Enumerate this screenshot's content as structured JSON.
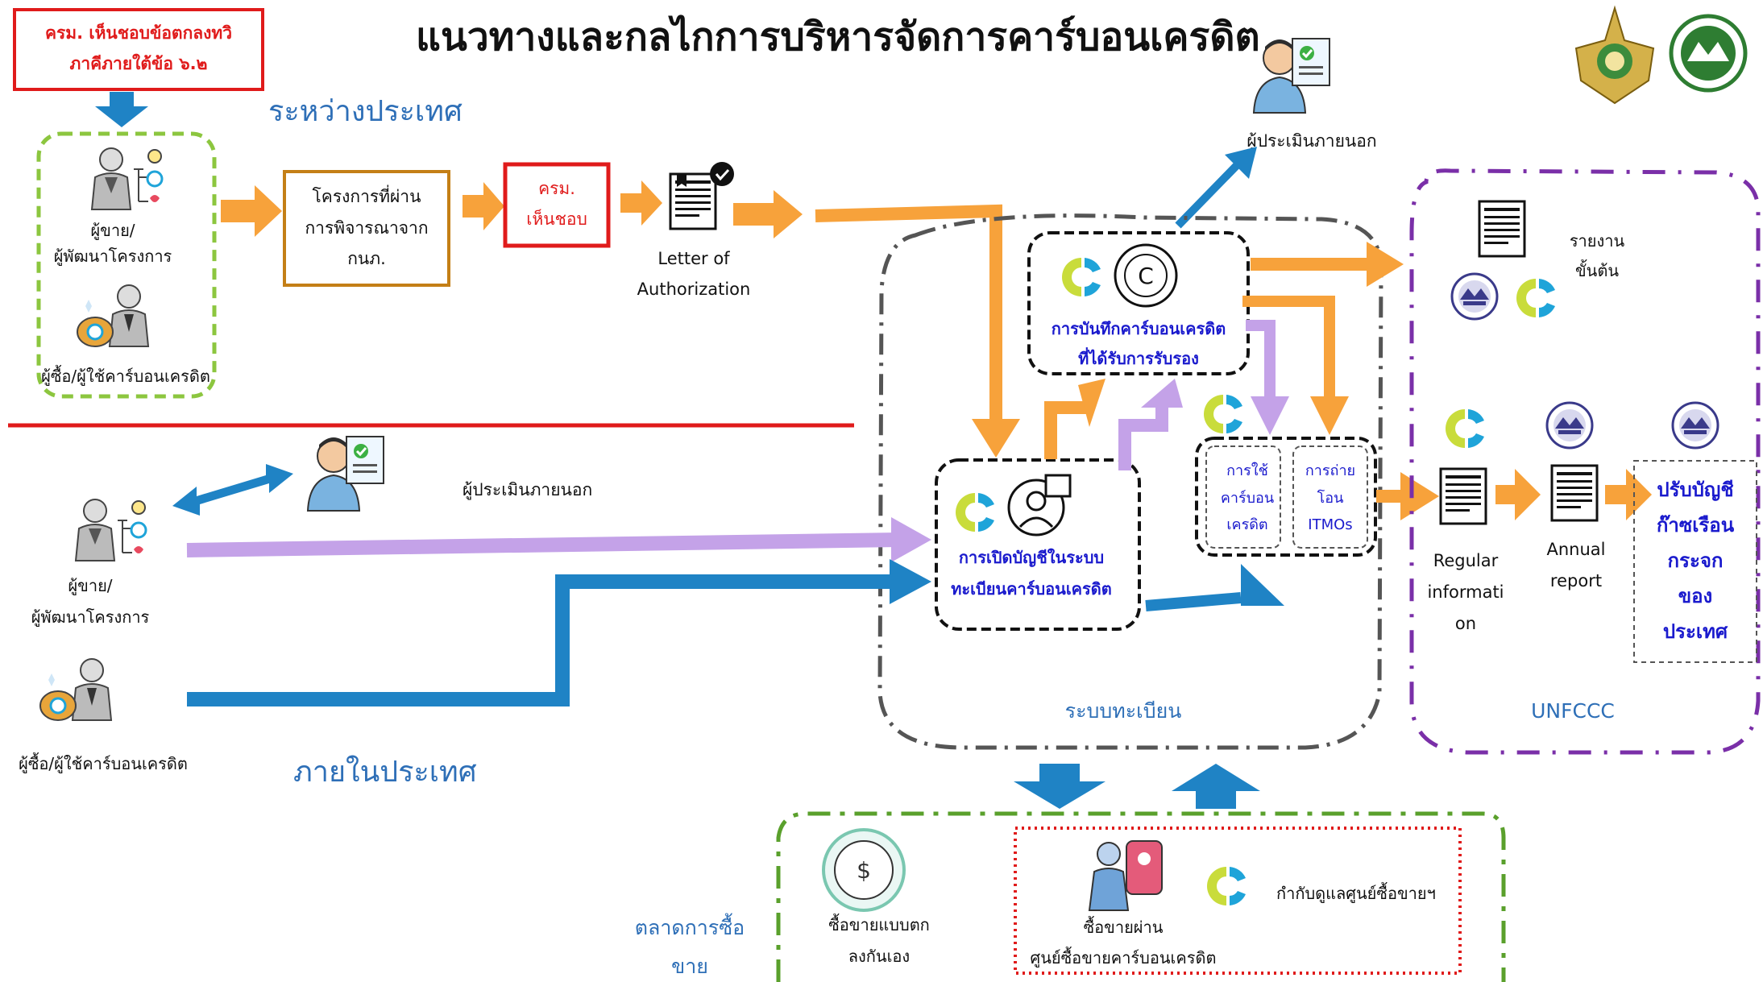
{
  "title": "แนวทางและกลไกการบริหารจัดการคาร์บอนเครดิต",
  "cabinet_note": [
    "ครม. เห็นชอบข้อตกลงทวิ",
    "ภาคีภายใต้ข้อ ๖.๒"
  ],
  "international": {
    "heading": "ระหว่างประเทศ",
    "seller": [
      "ผู้ขาย/",
      "ผู้พัฒนาโครงการ"
    ],
    "buyer": "ผู้ซื้อ/ผู้ใช้คาร์บอนเครดิต",
    "project_box": [
      "โครงการที่ผ่าน",
      "การพิจารณาจาก",
      "กนภ."
    ],
    "cabinet_box": [
      "ครม.",
      "เห็นชอบ"
    ],
    "loa": [
      "Letter of",
      "Authorization"
    ],
    "external_assessor": "ผู้ประเมินภายนอก"
  },
  "domestic": {
    "heading": "ภายในประเทศ",
    "seller": [
      "ผู้ขาย/",
      "ผู้พัฒนาโครงการ"
    ],
    "buyer": "ผู้ซื้อ/ผู้ใช้คาร์บอนเครดิต",
    "external_assessor": "ผู้ประเมินภายนอก"
  },
  "registry": {
    "label": "ระบบทะเบียน",
    "record_box": [
      "การบันทึกคาร์บอนเครดิต",
      "ที่ได้รับการรับรอง"
    ],
    "account_box": [
      "การเปิดบัญชีในระบบ",
      "ทะเบียนคาร์บอนเครดิต"
    ],
    "use_box": [
      "การใช้",
      "คาร์บอน",
      "เครดิต"
    ],
    "transfer_box": [
      "การถ่าย",
      "โอน",
      "ITMOs"
    ]
  },
  "unfccc": {
    "label": "UNFCCC",
    "initial_report": [
      "รายงาน",
      "ขั้นต้น"
    ],
    "regular_info": [
      "Regular",
      "informati",
      "on"
    ],
    "annual_report": [
      "Annual",
      "report"
    ],
    "adjustment": [
      "ปรับบัญชี",
      "ก๊าซเรือน",
      "กระจก",
      "ของ",
      "ประเทศ"
    ]
  },
  "market": {
    "label": [
      "ตลาดการซื้อ",
      "ขาย"
    ],
    "otc": [
      "ซื้อขายแบบตก",
      "ลงกันเอง"
    ],
    "exchange": [
      "ซื้อขายผ่าน",
      "ศูนย์ซื้อขายคาร์บอนเครดิต"
    ],
    "supervise": "กำกับดูแลศูนย์ซื้อขายฯ"
  },
  "colors": {
    "orange": "#f7a23b",
    "blue": "#1f83c5",
    "purple": "#c4a2e8",
    "red": "#e01b1b",
    "green_dash": "#8cc63f",
    "purple_dash": "#7a2fa8",
    "title_blue": "#2e6fb7",
    "text_blue": "#1a1acd"
  }
}
